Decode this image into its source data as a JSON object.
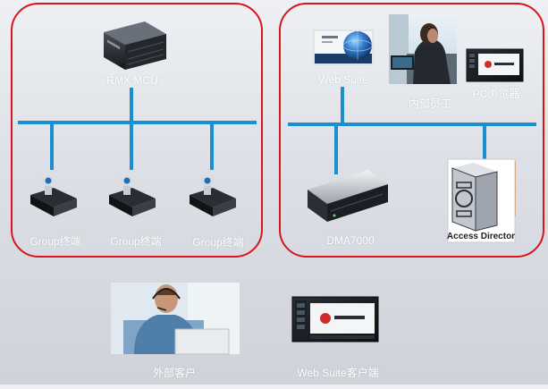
{
  "colors": {
    "group_border": "#d9141b",
    "bus_line": "#1a8fcf",
    "background_top": "#eef0f4",
    "background_bottom": "#cfd3d9"
  },
  "left_group": {
    "mcu": {
      "label": "RMX MCU",
      "icon": "server-chassis-icon"
    },
    "endpoints": [
      {
        "label": "Group终端",
        "icon": "video-conference-endpoint-icon"
      },
      {
        "label": "Group终端",
        "icon": "video-conference-endpoint-icon"
      },
      {
        "label": "Group终端",
        "icon": "video-conference-endpoint-icon"
      }
    ]
  },
  "right_group": {
    "web_suite": {
      "label": "Web Suite",
      "icon": "globe-software-box-icon"
    },
    "internal_staff": {
      "label": "内部员工",
      "icon": "employee-photo-icon"
    },
    "pc_browser": {
      "label": "PC浏览器",
      "icon": "browser-screen-icon"
    },
    "dma": {
      "label": "DMA7000",
      "icon": "rack-appliance-icon"
    },
    "access_director": {
      "label": "Access Director",
      "icon": "firewall-server-icon"
    }
  },
  "external": {
    "external_client": {
      "label": "外部客户",
      "icon": "headset-user-photo-icon"
    },
    "web_suite_client": {
      "label": "Web Suite客户端",
      "icon": "laptop-screen-icon"
    }
  }
}
